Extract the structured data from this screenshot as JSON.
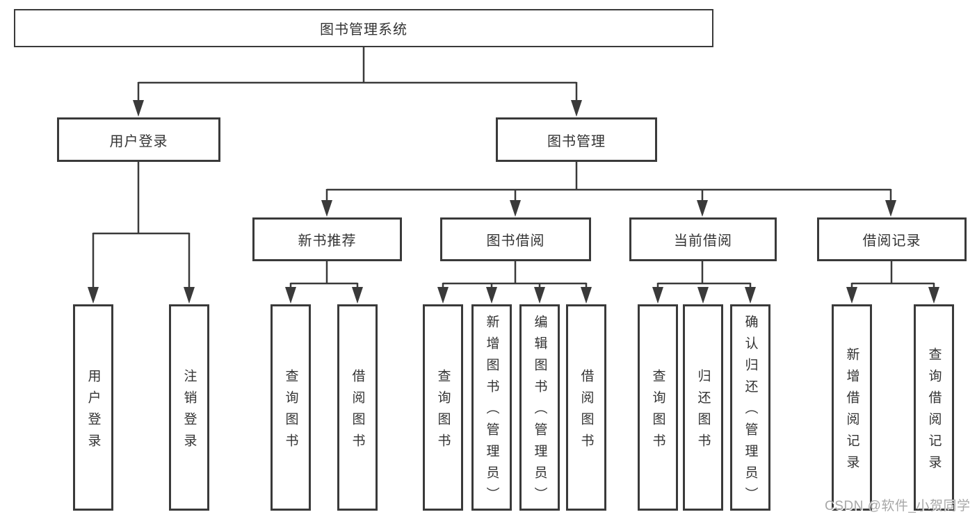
{
  "diagram": {
    "tree": {
      "root": {
        "label": "图书管理系统",
        "children": [
          {
            "label": "用户登录",
            "children": [
              {
                "label": "用户登录"
              },
              {
                "label": "注销登录"
              }
            ]
          },
          {
            "label": "图书管理",
            "children": [
              {
                "label": "新书推荐",
                "children": [
                  {
                    "label": "查询图书"
                  },
                  {
                    "label": "借阅图书"
                  }
                ]
              },
              {
                "label": "图书借阅",
                "children": [
                  {
                    "label": "查询图书"
                  },
                  {
                    "label": "新增图书（管理员）"
                  },
                  {
                    "label": "编辑图书（管理员）"
                  },
                  {
                    "label": "借阅图书"
                  }
                ]
              },
              {
                "label": "当前借阅",
                "children": [
                  {
                    "label": "查询图书"
                  },
                  {
                    "label": "归还图书"
                  },
                  {
                    "label": "确认归还（管理员）"
                  }
                ]
              },
              {
                "label": "借阅记录",
                "children": [
                  {
                    "label": "新增借阅记录"
                  },
                  {
                    "label": "查询借阅记录"
                  }
                ]
              }
            ]
          }
        ]
      }
    },
    "colors": {
      "line": "#3a3a3a",
      "text": "#333333",
      "background": "#ffffff",
      "watermark": "#a8a8a8"
    },
    "watermark": {
      "text": "CSDN @软件_小贺同学"
    }
  }
}
